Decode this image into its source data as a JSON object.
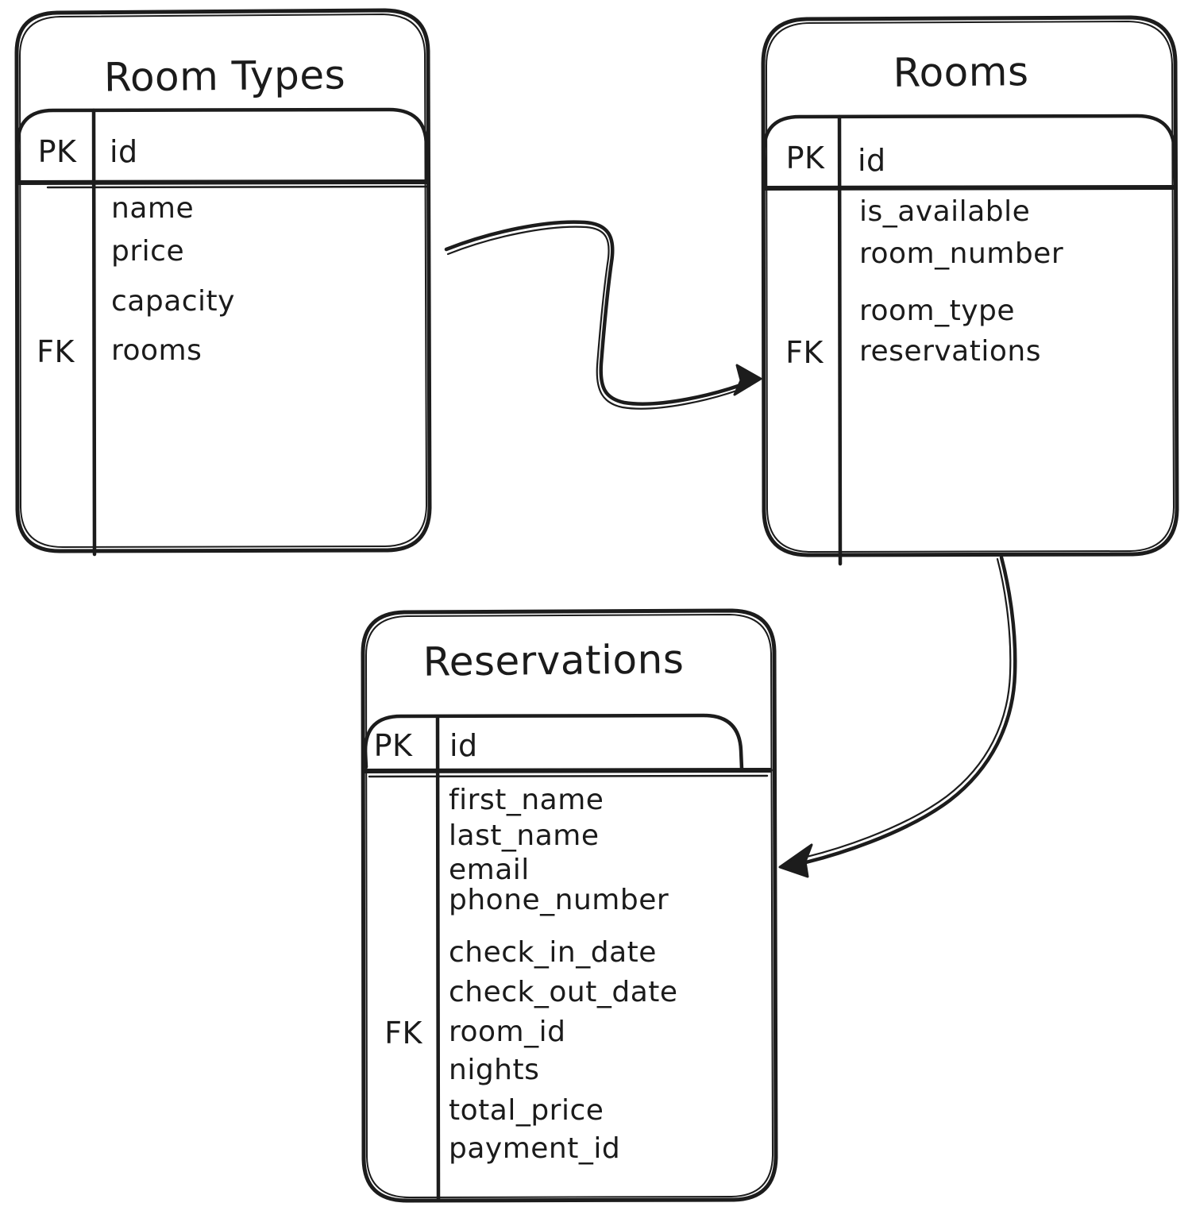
{
  "diagram": {
    "type": "entity-relationship",
    "style": "hand-drawn",
    "background_color": "#ffffff",
    "stroke_color": "#1c1c1c",
    "tables": [
      {
        "title": "Room Types",
        "pk_label": "PK",
        "pk_field": "id",
        "fields": [
          {
            "key": "",
            "name": "name"
          },
          {
            "key": "",
            "name": "price"
          },
          {
            "key": "",
            "name": "capacity"
          },
          {
            "key": "FK",
            "name": "rooms"
          }
        ]
      },
      {
        "title": "Rooms",
        "pk_label": "PK",
        "pk_field": "id",
        "fields": [
          {
            "key": "",
            "name": "is_available"
          },
          {
            "key": "",
            "name": "room_number"
          },
          {
            "key": "",
            "name": "room_type"
          },
          {
            "key": "FK",
            "name": "reservations"
          }
        ]
      },
      {
        "title": "Reservations",
        "pk_label": "PK",
        "pk_field": "id",
        "fields": [
          {
            "key": "",
            "name": "first_name"
          },
          {
            "key": "",
            "name": "last_name"
          },
          {
            "key": "",
            "name": "email"
          },
          {
            "key": "",
            "name": "phone_number"
          },
          {
            "key": "",
            "name": "check_in_date"
          },
          {
            "key": "",
            "name": "check_out_date"
          },
          {
            "key": "FK",
            "name": "room_id"
          },
          {
            "key": "",
            "name": "nights"
          },
          {
            "key": "",
            "name": "total_price"
          },
          {
            "key": "",
            "name": "payment_id"
          }
        ]
      }
    ],
    "relationships": [
      {
        "from": "Room Types",
        "to": "Rooms"
      },
      {
        "from": "Rooms",
        "to": "Reservations"
      }
    ]
  }
}
